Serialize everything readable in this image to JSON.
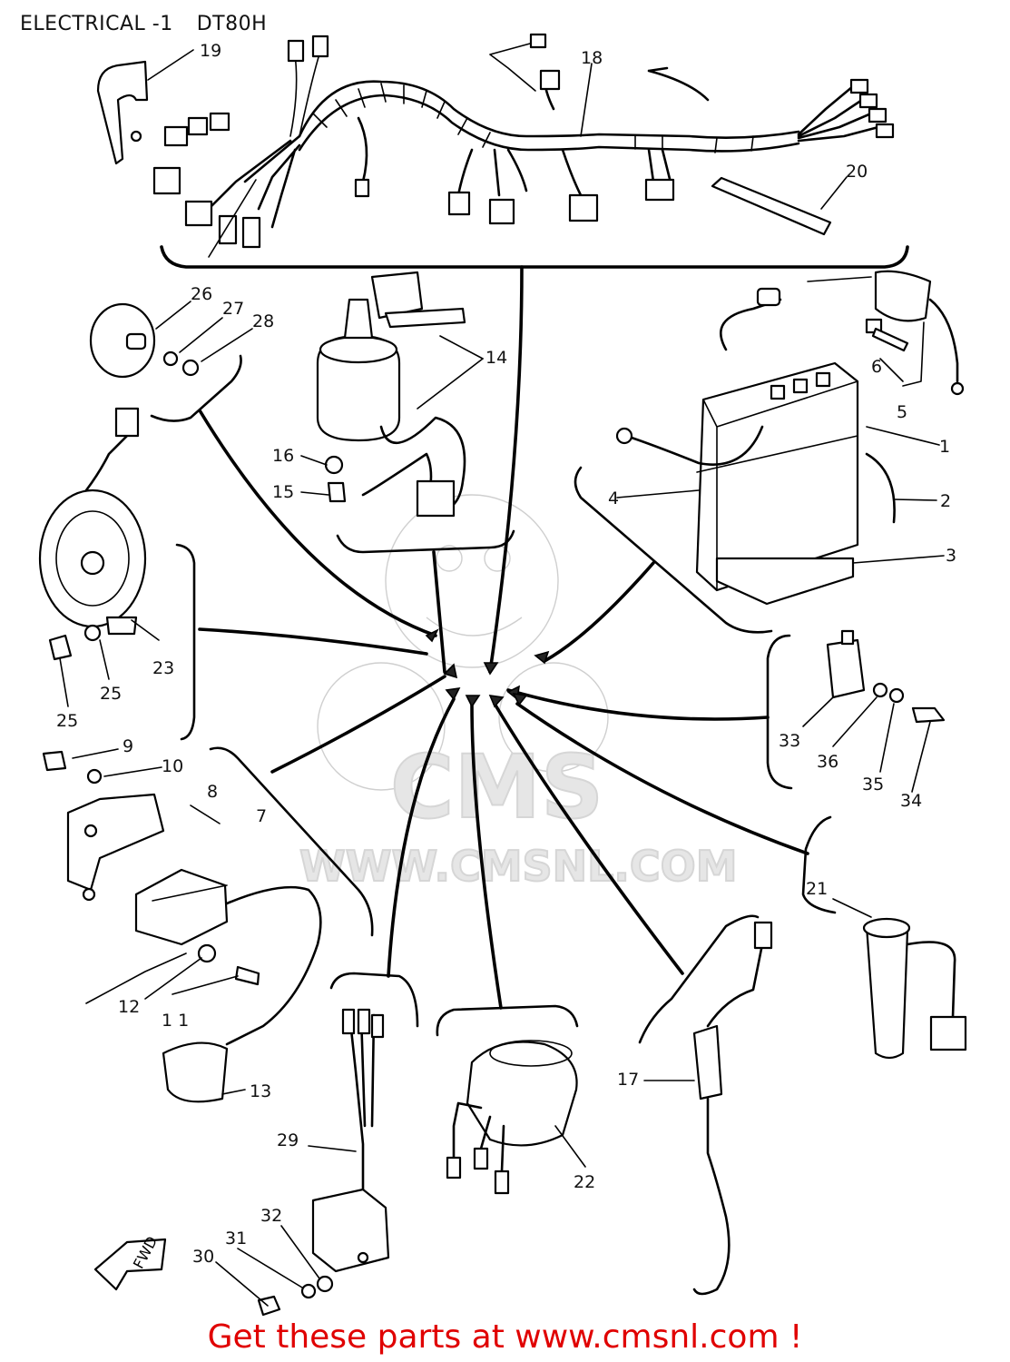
{
  "header": {
    "section": "ELECTRICAL -1",
    "model": "DT80H"
  },
  "watermark": {
    "line1": "CMS",
    "line2": "WWW.CMSNL.COM"
  },
  "fwd_label": "FWD",
  "callouts": [
    {
      "id": "c1",
      "label": "1"
    },
    {
      "id": "c2",
      "label": "2"
    },
    {
      "id": "c3",
      "label": "3"
    },
    {
      "id": "c4",
      "label": "4"
    },
    {
      "id": "c5",
      "label": "5"
    },
    {
      "id": "c6",
      "label": "6"
    },
    {
      "id": "c7",
      "label": "7"
    },
    {
      "id": "c8",
      "label": "8"
    },
    {
      "id": "c9",
      "label": "9"
    },
    {
      "id": "c10",
      "label": "10"
    },
    {
      "id": "c11",
      "label": "1 1"
    },
    {
      "id": "c12",
      "label": "12"
    },
    {
      "id": "c13",
      "label": "13"
    },
    {
      "id": "c14",
      "label": "14"
    },
    {
      "id": "c15",
      "label": "15"
    },
    {
      "id": "c16",
      "label": "16"
    },
    {
      "id": "c17",
      "label": "17"
    },
    {
      "id": "c18",
      "label": "18"
    },
    {
      "id": "c19",
      "label": "19"
    },
    {
      "id": "c20",
      "label": "20"
    },
    {
      "id": "c21",
      "label": "21"
    },
    {
      "id": "c22",
      "label": "22"
    },
    {
      "id": "c23",
      "label": "23"
    },
    {
      "id": "c25a",
      "label": "25"
    },
    {
      "id": "c25b",
      "label": "25"
    },
    {
      "id": "c26",
      "label": "26"
    },
    {
      "id": "c27",
      "label": "27"
    },
    {
      "id": "c28",
      "label": "28"
    },
    {
      "id": "c29",
      "label": "29"
    },
    {
      "id": "c30",
      "label": "30"
    },
    {
      "id": "c31",
      "label": "31"
    },
    {
      "id": "c32",
      "label": "32"
    },
    {
      "id": "c33",
      "label": "33"
    },
    {
      "id": "c34",
      "label": "34"
    },
    {
      "id": "c35",
      "label": "35"
    },
    {
      "id": "c36",
      "label": "36"
    }
  ],
  "footer": {
    "text": "Get these parts at www.cmsnl.com !"
  }
}
